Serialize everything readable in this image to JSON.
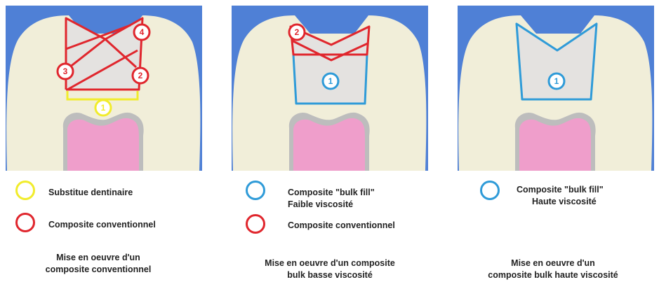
{
  "colors": {
    "background_blue": "#4f80d6",
    "enamel": "#f1eed9",
    "pulp": "#ef9ecb",
    "dentin_halo": "#bdbdbd",
    "yellow": "#f1ec2c",
    "red": "#e0262d",
    "blue": "#2f9bd8"
  },
  "panels": [
    {
      "labels": [
        "1",
        "2",
        "3",
        "4"
      ],
      "legend": [
        {
          "color": "yellow",
          "lines": [
            "Substitue dentinaire"
          ]
        },
        {
          "color": "red",
          "lines": [
            "Composite conventionnel"
          ]
        }
      ],
      "caption": [
        "Mise en oeuvre d'un",
        "composite conventionnel"
      ]
    },
    {
      "labels": [
        "1",
        "2"
      ],
      "legend": [
        {
          "color": "blue",
          "lines": [
            "Composite \"bulk fill\"",
            "Faible viscosité"
          ]
        },
        {
          "color": "red",
          "lines": [
            "Composite conventionnel"
          ]
        }
      ],
      "caption": [
        "Mise en oeuvre d'un composite",
        "bulk basse viscosité"
      ]
    },
    {
      "labels": [
        "1"
      ],
      "legend": [
        {
          "color": "blue",
          "lines": [
            "Composite \"bulk fill\"",
            "Haute viscosité"
          ]
        }
      ],
      "caption": [
        "Mise en oeuvre d'un",
        "composite bulk haute viscosité"
      ]
    }
  ]
}
